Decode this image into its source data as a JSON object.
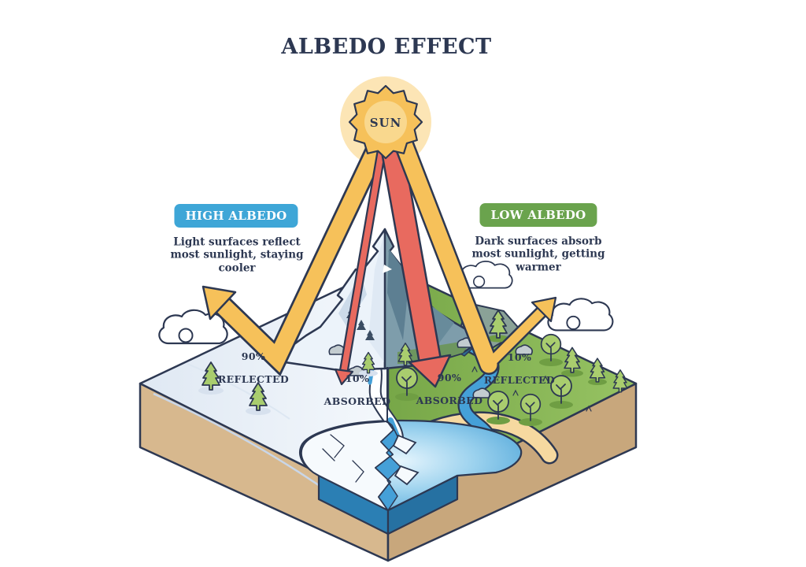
{
  "title": "ALBEDO EFFECT",
  "sun": {
    "label": "SUN"
  },
  "high_albedo": {
    "badge": "HIGH ALBEDO",
    "description": "Light surfaces reflect\nmost sunlight, staying\ncooler",
    "reflected_percent": "90%",
    "reflected_label": "REFLECTED",
    "absorbed_percent": "10%",
    "absorbed_label": "ABSORBED"
  },
  "low_albedo": {
    "badge": "LOW ALBEDO",
    "description": "Dark surfaces absorb\nmost sunlight, getting\nwarmer",
    "absorbed_percent": "90%",
    "absorbed_label": "ABSORBED",
    "reflected_percent": "10%",
    "reflected_label": "REFLECTED"
  },
  "colors": {
    "accent_navy": "#2d3852",
    "high_albedo_blue": "#3ea6d7",
    "low_albedo_green": "#6aa34d",
    "sunlight_yellow": "#f6c15a",
    "absorbed_red": "#e86a5f",
    "sun_core": "#f6c15a",
    "sun_inner": "#f9d88e",
    "sun_halo": "#fce5b5",
    "snow_surface": "#e9eff7",
    "grass_surface": "#8cba58",
    "soil_tan": "#d9bb92",
    "water_blue": "#45a0d8",
    "ice_white": "#f6fafd",
    "sand_beach": "#f6d9a0"
  }
}
